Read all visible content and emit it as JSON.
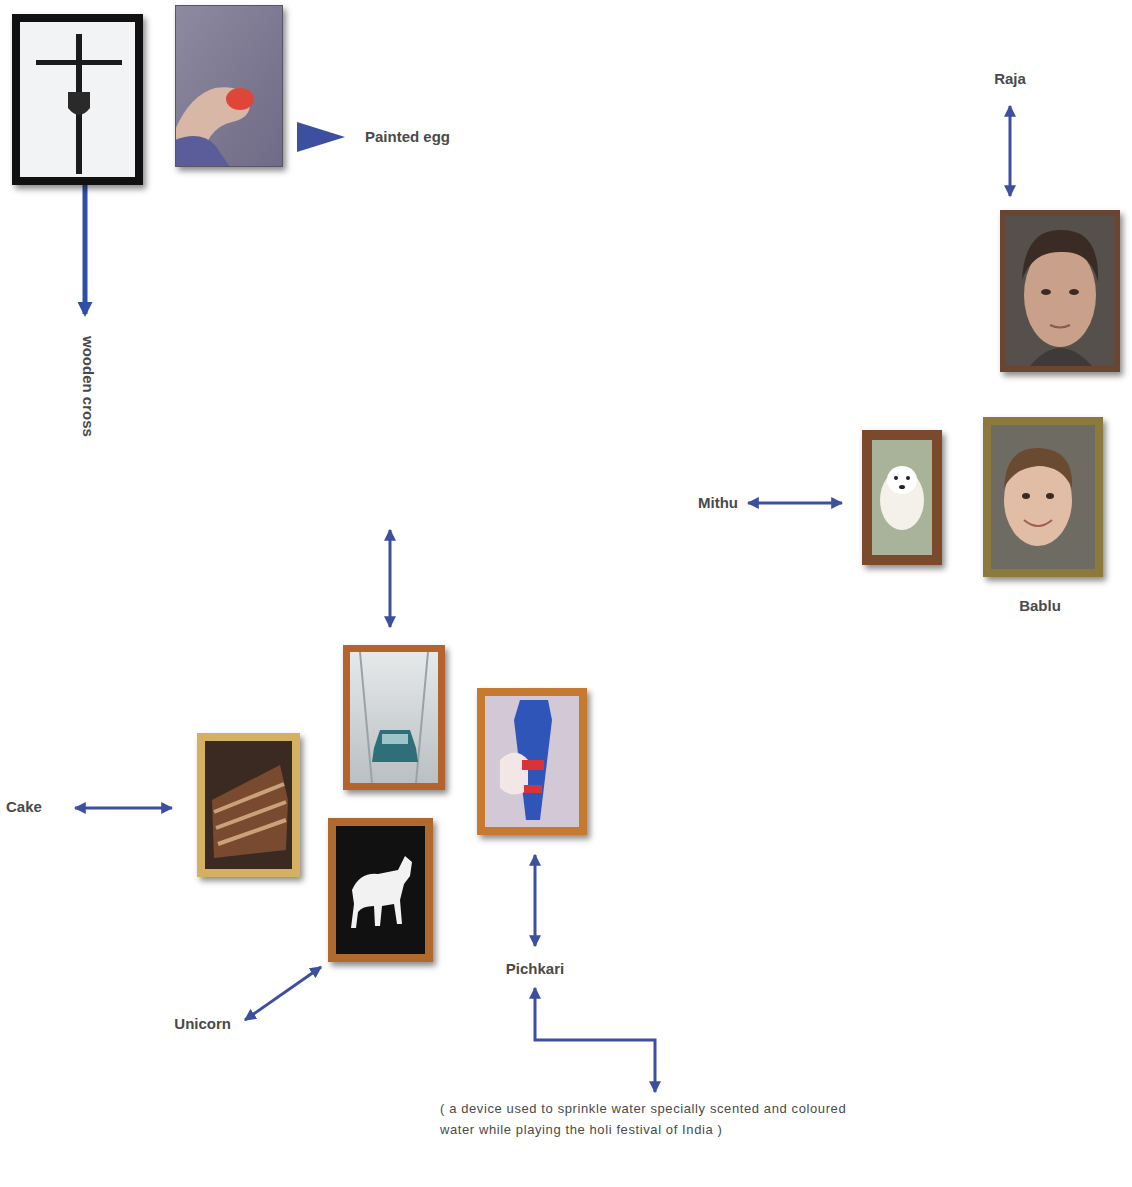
{
  "diagram": {
    "nodes": [
      {
        "text": [
          "wooden cross"
        ]
      },
      {
        "text": [
          "Painted egg"
        ]
      },
      {
        "text": [
          "Raja"
        ]
      },
      {
        "text": [
          "Mithu"
        ]
      },
      {
        "text": [
          "Bablu"
        ]
      },
      {
        "text": [
          "Cake"
        ]
      },
      {
        "text": [
          "Pichkari"
        ]
      },
      {
        "text": [
          "Unicorn"
        ]
      }
    ],
    "labels": [
      "( a device used to sprinkle water specially scented and coloured water while playing the holi festival of India )"
    ]
  }
}
